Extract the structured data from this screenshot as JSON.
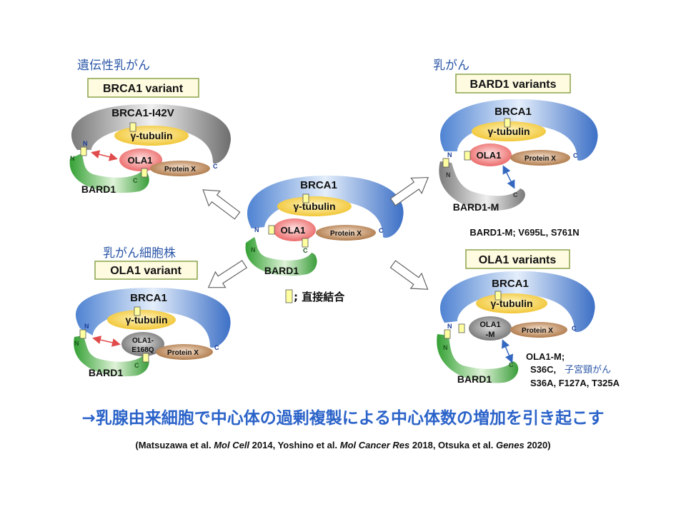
{
  "panels": {
    "top_left": {
      "caption": "遺伝性乳がん",
      "title": "BRCA1 variant",
      "brca1": "BRCA1-I42V",
      "tubulin": "γ-tubulin",
      "ola1": "OLA1",
      "bard1": "BARD1",
      "protein_x": "Protein X",
      "n": "N",
      "c": "C"
    },
    "top_right": {
      "caption": "乳がん",
      "title": "BARD1 variants",
      "brca1": "BRCA1",
      "tubulin": "γ-tubulin",
      "ola1": "OLA1",
      "bard1": "BARD1-M",
      "protein_x": "Protein X",
      "mutations": "BARD1-M; V695L, S761N",
      "n": "N",
      "c": "C"
    },
    "center": {
      "brca1": "BRCA1",
      "tubulin": "γ-tubulin",
      "ola1": "OLA1",
      "bard1": "BARD1",
      "protein_x": "Protein X",
      "n": "N",
      "c": "C"
    },
    "bottom_left": {
      "caption": "乳がん細胞株",
      "title": "OLA1 variant",
      "brca1": "BRCA1",
      "tubulin": "γ-tubulin",
      "ola1_line1": "OLA1-",
      "ola1_line2": "E168Q",
      "bard1": "BARD1",
      "protein_x": "Protein X",
      "n": "N",
      "c": "C"
    },
    "bottom_right": {
      "title": "OLA1 variants",
      "brca1": "BRCA1",
      "tubulin": "γ-tubulin",
      "ola1_line1": "OLA1",
      "ola1_line2": "-M",
      "bard1": "BARD1",
      "protein_x": "Protein X",
      "mut_line1": "OLA1-M;",
      "mut_line2a": "S36C, ",
      "mut_line2b": "子宮頸がん",
      "mut_line3": "S36A, F127A, T325A",
      "n": "N",
      "c": "C"
    }
  },
  "legend": {
    "text": "; 直接結合"
  },
  "conclusion": "→乳腺由来細胞で中心体の過剰複製による中心体数の増加を引き起こす",
  "citation": {
    "p1": "(Matsuzawa et al. ",
    "j1": "Mol Cell",
    "p2": " 2014, Yoshino  et al. ",
    "j2": "Mol Cancer Res",
    "p3": " 2018, Otsuka et al. ",
    "j3": "Genes",
    "p4": " 2020)"
  },
  "colors": {
    "brca1_blue": "#4a7fd0",
    "brca1_variant_gray": "#8a8a8a",
    "bard1_green": "#3daa3d",
    "bard1_variant_gray": "#8a8a8a",
    "tubulin_yellow": "#f3cf3a",
    "ola1_red": "#ef6f6f",
    "ola1_variant_gray": "#7d7d7d",
    "protein_x_brown": "#b07a4e",
    "binding_box": "#ffffa0",
    "title_box_bg": "#fffbe0",
    "title_box_border": "#8aa34a",
    "caption_blue": "#2c57a8",
    "conclusion_blue": "#2b63c9"
  }
}
